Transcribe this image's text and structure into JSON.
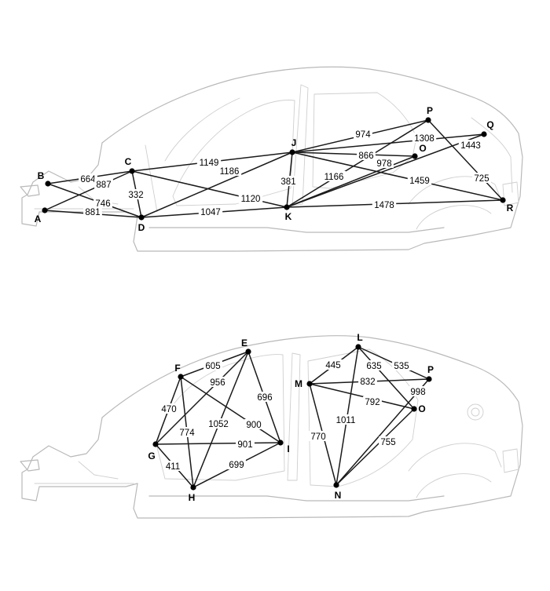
{
  "diagrams": [
    {
      "id": "upper",
      "points": [
        "A",
        "B",
        "C",
        "D",
        "J",
        "K",
        "O",
        "P",
        "Q",
        "R"
      ],
      "measurements": [
        {
          "from": "B",
          "to": "C",
          "label": "664"
        },
        {
          "from": "A",
          "to": "C",
          "label": "887"
        },
        {
          "from": "B",
          "to": "D",
          "label": "746"
        },
        {
          "from": "A",
          "to": "D",
          "label": "881"
        },
        {
          "from": "C",
          "to": "D",
          "label": "332"
        },
        {
          "from": "C",
          "to": "J",
          "label": "1149"
        },
        {
          "from": "C",
          "to": "K",
          "label": "1120"
        },
        {
          "from": "D",
          "to": "J",
          "label": "1186"
        },
        {
          "from": "D",
          "to": "K",
          "label": "1047"
        },
        {
          "from": "J",
          "to": "K",
          "label": "381"
        },
        {
          "from": "J",
          "to": "P",
          "label": "974"
        },
        {
          "from": "J",
          "to": "Q",
          "label": "1308"
        },
        {
          "from": "J",
          "to": "O",
          "label": "866"
        },
        {
          "from": "J",
          "to": "R",
          "label": "1459"
        },
        {
          "from": "K",
          "to": "P",
          "label": "1166"
        },
        {
          "from": "K",
          "to": "O",
          "label": "978"
        },
        {
          "from": "K",
          "to": "Q",
          "label": "1443"
        },
        {
          "from": "K",
          "to": "R",
          "label": "1478"
        },
        {
          "from": "P",
          "to": "R",
          "label": "725"
        }
      ]
    },
    {
      "id": "lower",
      "points": [
        "E",
        "F",
        "G",
        "H",
        "I",
        "L",
        "M",
        "N",
        "O",
        "P"
      ],
      "measurements": [
        {
          "from": "F",
          "to": "E",
          "label": "605"
        },
        {
          "from": "G",
          "to": "E",
          "label": "956"
        },
        {
          "from": "E",
          "to": "I",
          "label": "696"
        },
        {
          "from": "E",
          "to": "H",
          "label": "1052"
        },
        {
          "from": "F",
          "to": "G",
          "label": "470"
        },
        {
          "from": "F",
          "to": "H",
          "label": "774"
        },
        {
          "from": "F",
          "to": "I",
          "label": "900"
        },
        {
          "from": "G",
          "to": "I",
          "label": "901"
        },
        {
          "from": "G",
          "to": "H",
          "label": "411"
        },
        {
          "from": "H",
          "to": "I",
          "label": "699"
        },
        {
          "from": "M",
          "to": "L",
          "label": "445"
        },
        {
          "from": "L",
          "to": "O",
          "label": "635"
        },
        {
          "from": "L",
          "to": "P",
          "label": "535"
        },
        {
          "from": "L",
          "to": "N",
          "label": "1011"
        },
        {
          "from": "M",
          "to": "P",
          "label": "832"
        },
        {
          "from": "M",
          "to": "O",
          "label": "792"
        },
        {
          "from": "M",
          "to": "N",
          "label": "770"
        },
        {
          "from": "P",
          "to": "N",
          "label": "998"
        },
        {
          "from": "O",
          "to": "N",
          "label": "755"
        }
      ]
    }
  ]
}
